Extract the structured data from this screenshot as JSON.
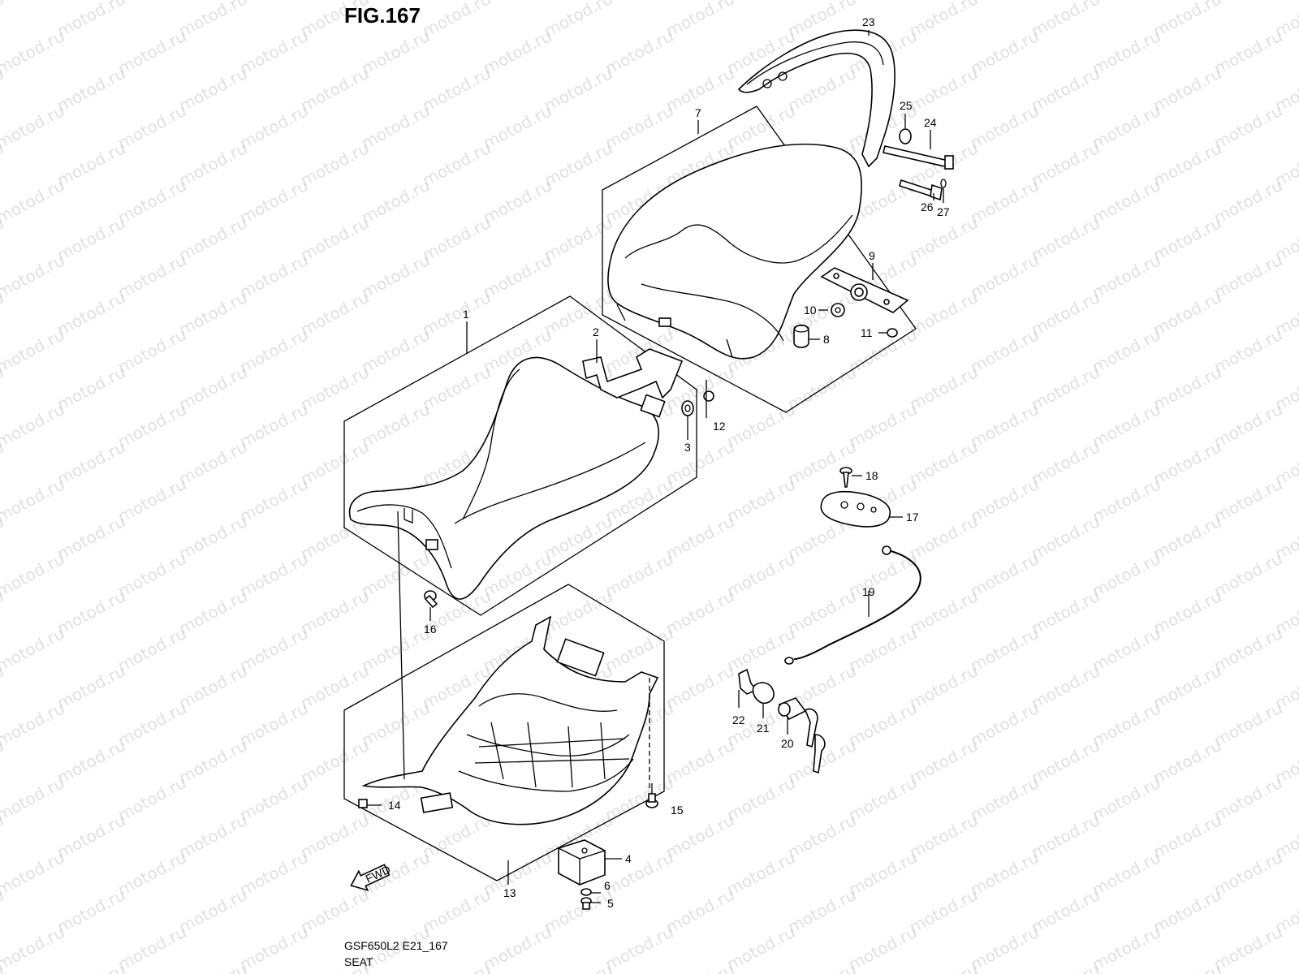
{
  "figure": {
    "title": "FIG.167",
    "model_code": "GSF650L2 E21_167",
    "caption": "SEAT"
  },
  "watermark": {
    "text": "motod.ru",
    "color": "#c8c8c8"
  },
  "fwd_label": "FWD",
  "callouts": [
    "1",
    "2",
    "3",
    "4",
    "5",
    "6",
    "7",
    "8",
    "9",
    "10",
    "11",
    "12",
    "13",
    "14",
    "15",
    "16",
    "17",
    "18",
    "19",
    "20",
    "21",
    "22",
    "23",
    "24",
    "25",
    "26",
    "27"
  ]
}
